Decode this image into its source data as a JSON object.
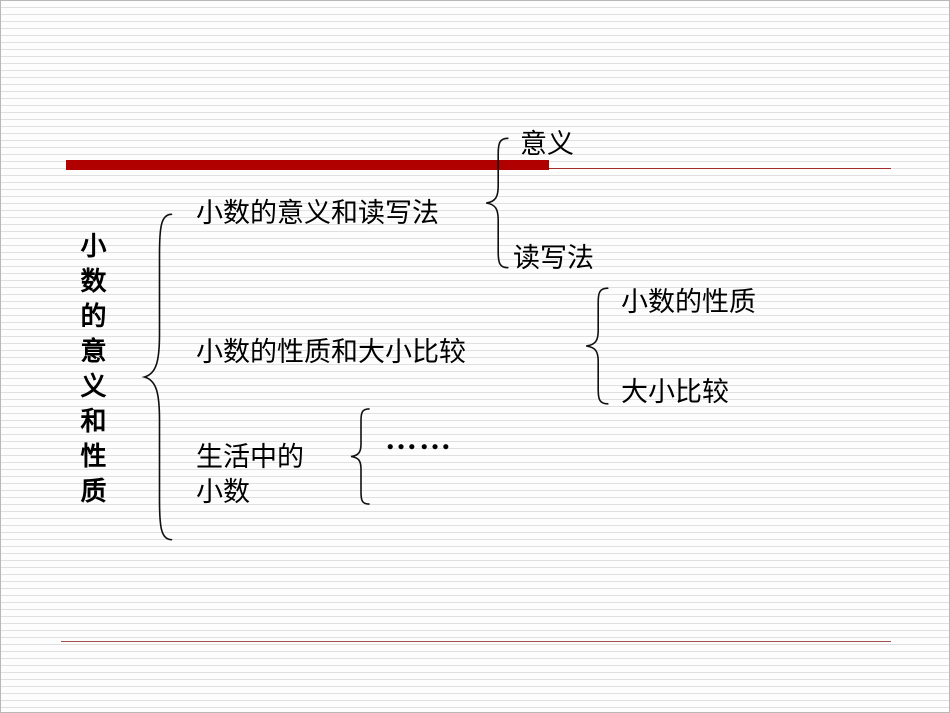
{
  "slide": {
    "root": {
      "title": "小数的意义和性质"
    },
    "branches": [
      {
        "lines": [
          "小数的意义和读写法"
        ],
        "children": [
          "意义",
          "读写法"
        ]
      },
      {
        "lines": [
          "小数的性质和大小比较"
        ],
        "children": [
          "小数的性质",
          "大小比较"
        ]
      },
      {
        "lines": [
          "生活中的",
          "小数"
        ],
        "children": [
          "……"
        ]
      }
    ],
    "colors": {
      "accent_bar": "#b00000",
      "accent_thin_line": "#a52a2a",
      "bottom_divider": "#a05050",
      "text": "#000000",
      "stripe": "#e0e0e0"
    }
  }
}
